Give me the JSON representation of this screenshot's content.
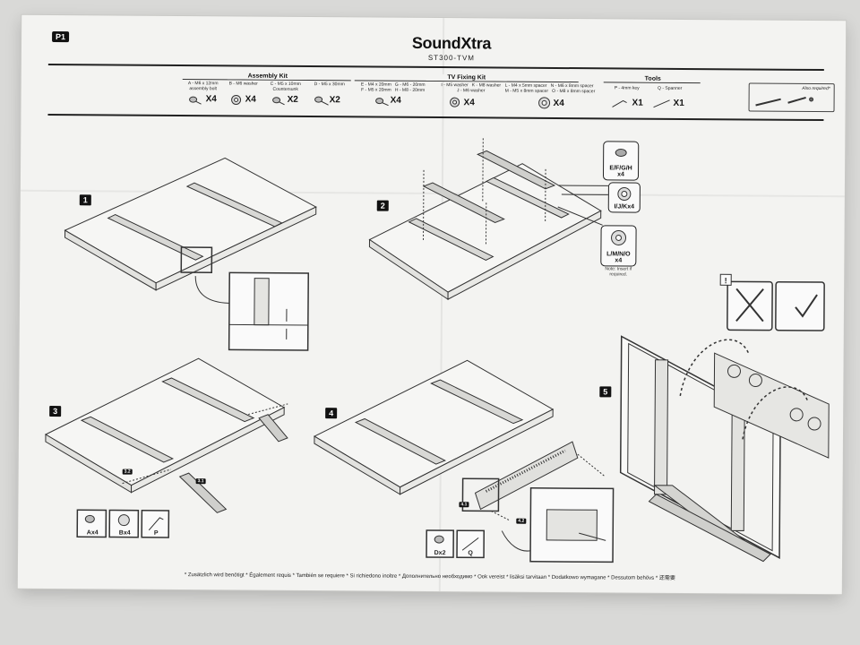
{
  "page_label": "P1",
  "brand": {
    "name": "SoundXtra",
    "model": "ST300-TVM"
  },
  "assembly_kit": {
    "title": "Assembly Kit",
    "parts": [
      {
        "desc": "A - M6 x 12mm assembly bolt",
        "qty": "X4",
        "icon": "bolt-icon"
      },
      {
        "desc": "B - M6 washer",
        "qty": "X4",
        "icon": "washer-icon"
      },
      {
        "desc": "C - M5 x 10mm Countersunk",
        "qty": "X2",
        "icon": "countersunk-screw-icon"
      },
      {
        "desc": "D - M5 x 30mm",
        "qty": "X2",
        "icon": "bolt-icon"
      }
    ]
  },
  "tv_fixing_kit": {
    "title": "TV Fixing Kit",
    "bolts_desc": "E - M4 x 20mm   G - M6 - 20mm\nF - M5 x 20mm   H - M8 - 20mm",
    "bolts_qty": "X4",
    "washers_desc": "I - M5 washer   K - M8 washer\nJ - M6 washer",
    "washers_qty": "X4",
    "spacers_desc": "L - M4 x 5mm spacer   N - M6 x 8mm spacer\nM - M5 x 8mm spacer   O - M8 x 8mm spacer",
    "spacers_qty": "X4"
  },
  "tools": {
    "title": "Tools",
    "items": [
      {
        "desc": "P - 4mm key",
        "qty": "X1",
        "icon": "hex-key-icon"
      },
      {
        "desc": "Q - Spanner",
        "qty": "X1",
        "icon": "spanner-icon"
      }
    ]
  },
  "also_required": "Also required*",
  "steps": [
    {
      "number": "1"
    },
    {
      "number": "2"
    },
    {
      "number": "3"
    },
    {
      "number": "4"
    },
    {
      "number": "5"
    }
  ],
  "step2_tags": {
    "bolts": "E/F/G/H\nx4",
    "washers": "I/J/Kx4",
    "spacers": "L/M/N/O\nx4",
    "spacer_note": "Note: Insert if required."
  },
  "step3": {
    "sub_labels": [
      "3.2",
      "3.1"
    ],
    "parts": [
      {
        "label": "Ax4"
      },
      {
        "label": "Bx4"
      },
      {
        "label": "P"
      }
    ]
  },
  "step4": {
    "sub_labels": [
      "4.1",
      "4.2"
    ],
    "parts": [
      {
        "label": "Dx2"
      },
      {
        "label": "Q"
      }
    ]
  },
  "warning_icon": "!",
  "footer": "* Zusätzlich wird benötigt  * Également requis  * También se requiere  * Si richiedono inoltre  * Дополнительно необходимо  * Ook vereist  * lisäksi tarvitaan  * Dodatkowo wymagane  * Dessutom behövs  * 还需要"
}
